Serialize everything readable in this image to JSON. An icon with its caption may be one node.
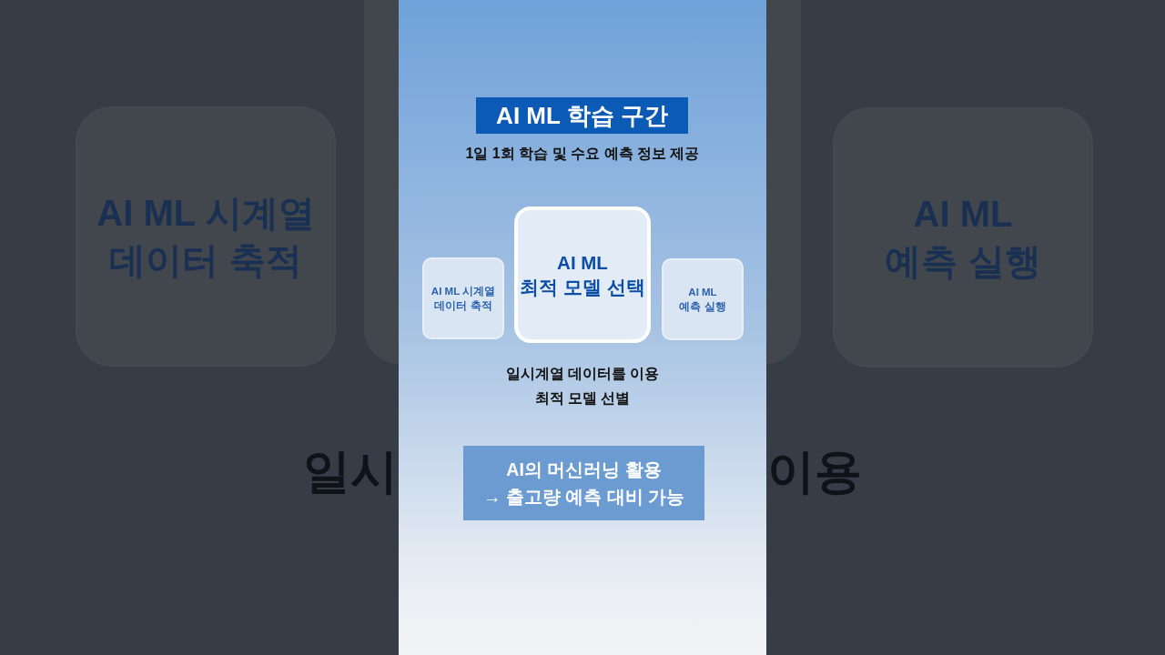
{
  "diagram": {
    "nodes": [
      {
        "text": [
          "AI ML 학습 구간"
        ],
        "beside": [
          "1일 1회 학습 및 수요 예측 정보 제공"
        ]
      },
      {
        "text": [
          "AI ML 시계열 데이터 축적"
        ]
      },
      {
        "text": [
          "AI ML 최적 모델 선택"
        ],
        "beside": [
          "일시계열 데이터를 이용 최적 모델 선별"
        ]
      },
      {
        "text": [
          "AI ML 예측 실행"
        ]
      },
      {
        "text": [
          "AI의 머신러닝 활용 → 출고량 예측 대비 가능"
        ]
      },
      {
        "text": [
          "AI ML 시계열 데이터 축적"
        ]
      },
      {
        "text": [],
        "shape": "box"
      },
      {
        "text": [],
        "shape": "box"
      },
      {
        "text": [
          "AI ML 예측 실행"
        ]
      }
    ],
    "labels": [
      "일시",
      "이용"
    ]
  }
}
